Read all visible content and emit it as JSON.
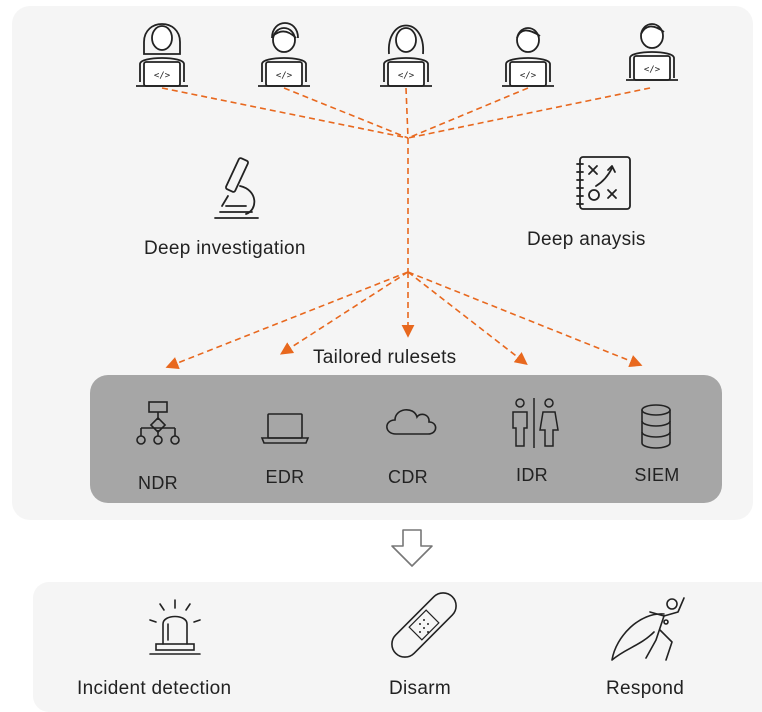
{
  "labels": {
    "deep_investigation": "Deep investigation",
    "deep_analysis": "Deep anaysis",
    "tailored_rulesets": "Tailored rulesets"
  },
  "tools": [
    "NDR",
    "EDR",
    "CDR",
    "IDR",
    "SIEM"
  ],
  "outcomes": [
    "Incident detection",
    "Disarm",
    "Respond"
  ],
  "colors": {
    "accent": "#e8681e",
    "panel": "#f5f5f5",
    "tools_box": "#a6a6a6",
    "stroke": "#222222"
  },
  "icons": {
    "analysts": [
      "developer-icon",
      "developer-icon",
      "developer-icon",
      "developer-icon",
      "developer-icon"
    ],
    "tools": [
      "network-hierarchy-icon",
      "laptop-icon",
      "cloud-icon",
      "people-icon",
      "database-icon"
    ],
    "outcomes": [
      "siren-icon",
      "bandage-icon",
      "superhero-icon"
    ]
  }
}
